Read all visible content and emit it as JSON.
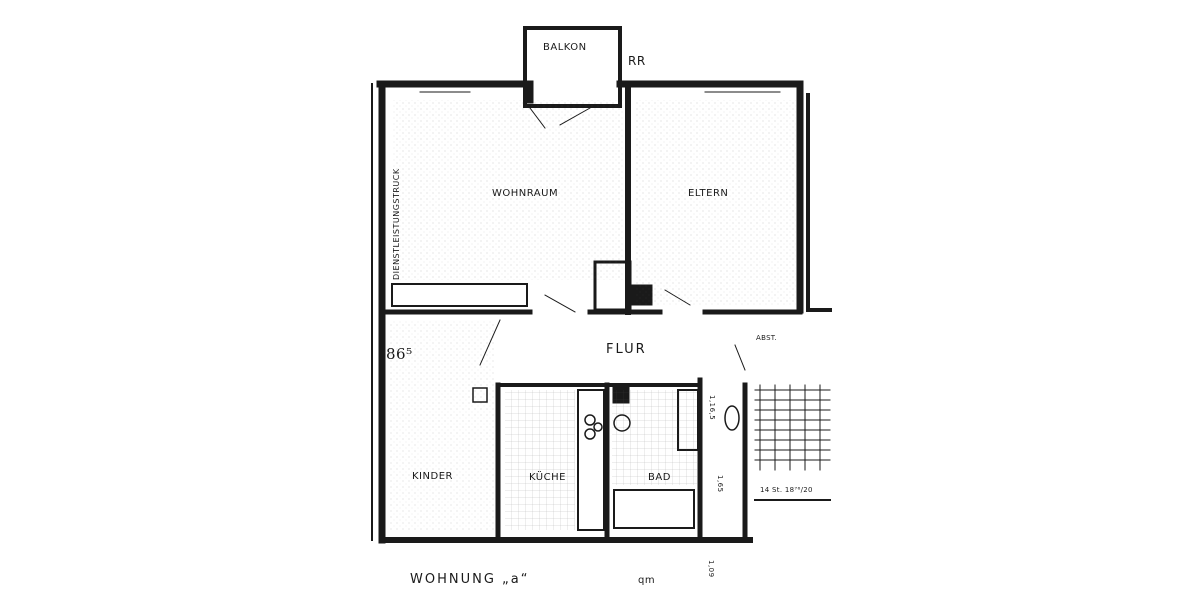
{
  "plan": {
    "labels": {
      "balkon": "BALKON",
      "rr": "RR",
      "wohnraum": "WOHNRAUM",
      "eltern": "ELTERN",
      "flur": "FLUR",
      "kinder": "KINDER",
      "kueche": "KÜCHE",
      "bad": "BAD",
      "abstellraum": "ABST.",
      "vertical_left": "DIENSTLEISTUNGSTRUCK",
      "height_mark": "86⁵",
      "bath_dim": "1,16,5",
      "bath_dim2": "1,65",
      "stair_info": "14 St. 18⁷⁶/20",
      "bottom_dim": "1,09",
      "footer": "WOHNUNG „a“",
      "footer_scale": "qm"
    },
    "colors": {
      "ink": "#1a1a1a",
      "paper": "#ffffff"
    }
  }
}
